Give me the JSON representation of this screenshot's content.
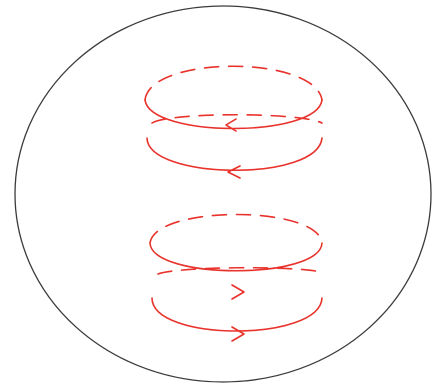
{
  "diagram": {
    "outline_color": "#3a3a3a",
    "loop_color": "#e8322b",
    "loop_groups": [
      {
        "name": "upper-loop-pair",
        "loops": [
          {
            "circulation": "counterclockwise-arrow-left"
          },
          {
            "circulation": "counterclockwise-arrow-left"
          }
        ]
      },
      {
        "name": "lower-loop-pair",
        "loops": [
          {
            "circulation": "arrow-right"
          },
          {
            "circulation": "arrow-right"
          }
        ]
      }
    ]
  }
}
